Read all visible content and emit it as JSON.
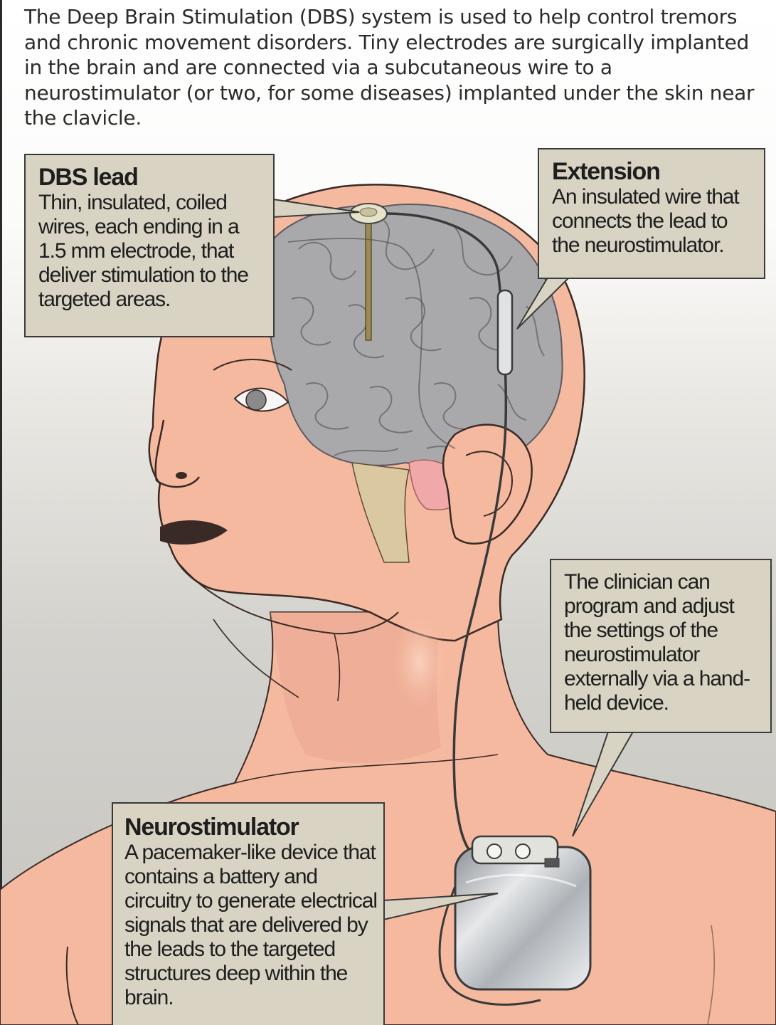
{
  "intro": "The Deep Brain Stimulation (DBS) system is used to help control tremors and chronic movement disorders. Tiny electrodes are surgically implanted in the brain and are connected via a subcutaneous wire to a neurostimulator (or two, for some diseases) implanted under the skin near the clavicle.",
  "callouts": {
    "lead": {
      "title": "DBS lead",
      "body": "Thin, insulated, coiled wires, each ending in a 1.5 mm electrode, that deliver stimulation to the targeted areas."
    },
    "extension": {
      "title": "Extension",
      "body": "An insulated wire that connects the lead to the neurostimulator."
    },
    "clinician": {
      "body": "The clinician can program and adjust the settings of the neurostimulator externally via a hand-held device."
    },
    "neurostimulator": {
      "title": "Neurostimulator",
      "body": "A pacemaker-like device that contains a battery and circuitry to generate electrical signals that are delivered by the leads to the targeted structures deep within the brain."
    }
  },
  "colors": {
    "skin": "#f5b9a0",
    "skin_outline": "#3a2a25",
    "brain": "#a9a9ab",
    "brain_folds": "#6b6b70",
    "callout_fill": "#d8d3c3",
    "device": "#c9ccd0"
  }
}
